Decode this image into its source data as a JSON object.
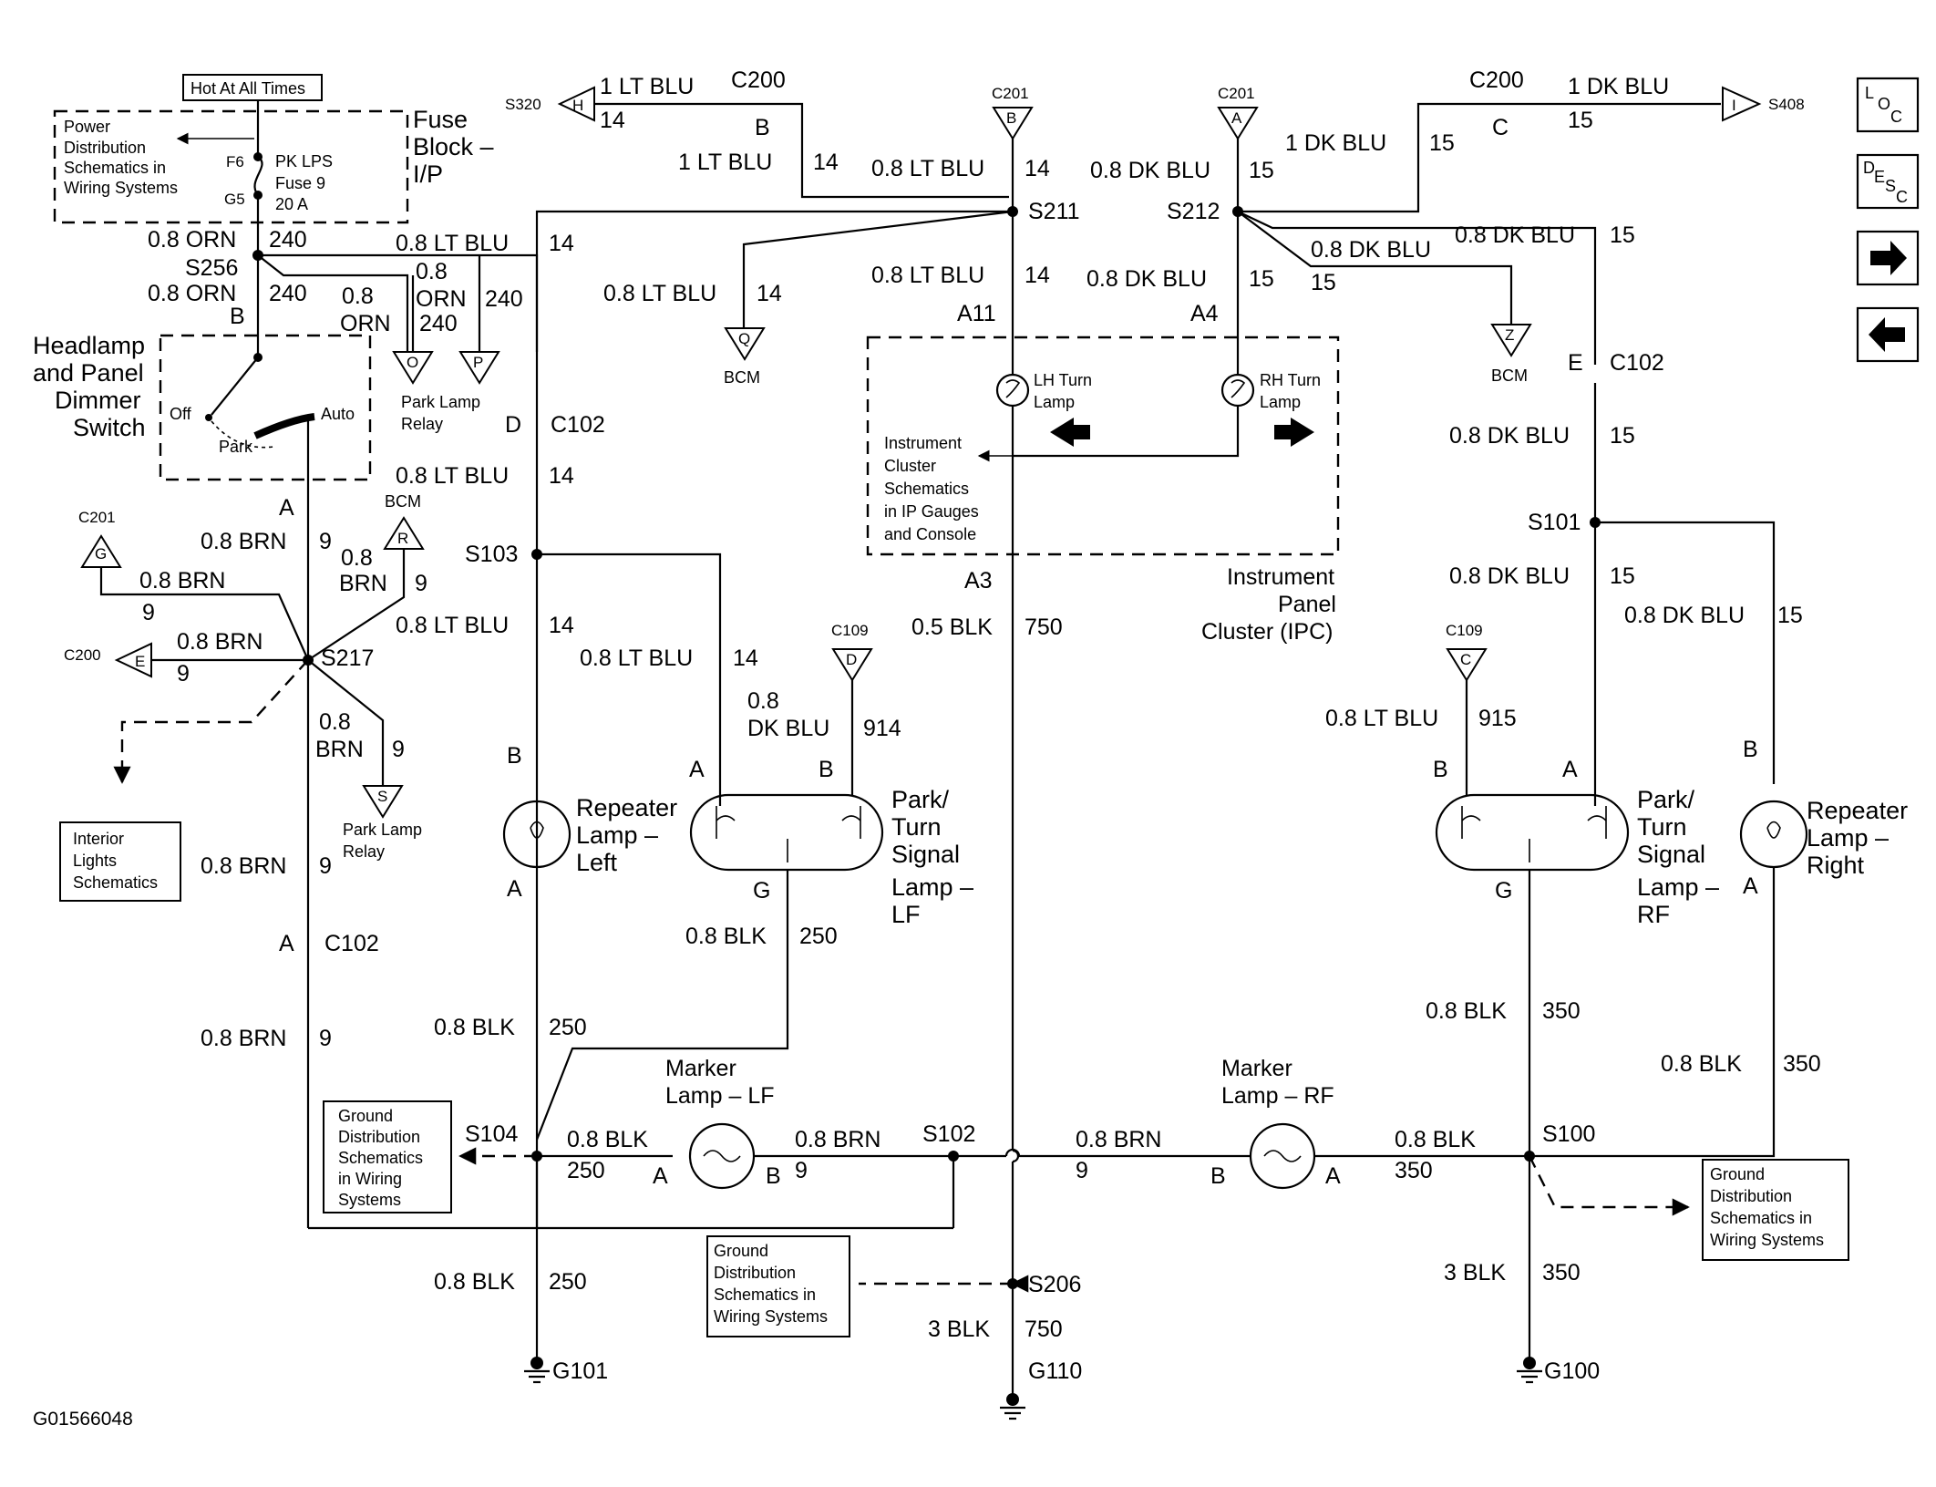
{
  "title": "",
  "figure_id": "G01566048",
  "nav": {
    "loc_l": "L",
    "loc_o": "O",
    "loc_c": "C",
    "desc_d": "D",
    "desc_e": "E",
    "desc_s": "S",
    "desc_c": "C",
    "forward": "forward-arrow",
    "back": "back-arrow"
  },
  "fuse": {
    "hot": "Hot At All Times",
    "pd1": "Power",
    "pd2": "Distribution",
    "pd3": "Schematics in",
    "pd4": "Wiring Systems",
    "f6": "F6",
    "g5": "G5",
    "name1": "PK LPS",
    "name2": "Fuse 9",
    "name3": "20 A",
    "block1": "Fuse",
    "block2": "Block –",
    "block3": "I/P"
  },
  "switch": {
    "n1": "Headlamp",
    "n2": "and Panel",
    "n3": "Dimmer",
    "n4": "Switch",
    "off": "Off",
    "park": "Park",
    "auto": "Auto",
    "b": "B",
    "a": "A"
  },
  "labels": {
    "orn1": "0.8 ORN",
    "c240a": "240",
    "s256": "S256",
    "orn2": "0.8 ORN",
    "c240b": "240",
    "orn3a": "0.8",
    "orn3b": "ORN",
    "c240c": "240",
    "orn4a": "0.8",
    "orn4b": "ORN",
    "c240d": "240",
    "ltblu_top": "0.8 LT BLU",
    "c14_top": "14",
    "relay_o": "O",
    "relay_p": "P",
    "relay_o_t1": "Park Lamp",
    "relay_o_t2": "Relay",
    "s320": "S320",
    "h": "H",
    "ltblu1": "1 LT BLU",
    "c14_s320": "14",
    "c200a": "C200",
    "c200a_b": "B",
    "ltblu1b": "1 LT BLU",
    "c14b": "14",
    "c201a": "C201",
    "c201a_b": "B",
    "ltblu_s211": "0.8 LT BLU",
    "c14_s211": "14",
    "s211": "S211",
    "ltblu_bcm": "0.8 LT BLU",
    "c14_bcm": "14",
    "q": "Q",
    "bcm_q": "BCM",
    "ltblu_a11": "0.8 LT BLU",
    "c14_a11": "14",
    "a11": "A11",
    "c201b": "C201",
    "c201b_a": "A",
    "dkblu_s212": "0.8 DK BLU",
    "c15_s212": "15",
    "s212": "S212",
    "dkblu_a4": "0.8 DK BLU",
    "c15_a4": "15",
    "a4": "A4",
    "dkblu_z1": "0.8 DK BLU",
    "c15_z1": "15",
    "z": "Z",
    "bcm_z": "BCM",
    "dkblu_e": "0.8 DK BLU",
    "c15_e": "15",
    "c200b": "C200",
    "c200b_c": "C",
    "dkblu1": "1 DK BLU",
    "c15_s408": "15",
    "i": "I",
    "s408": "S408",
    "dkblu1b": "1 DK BLU",
    "c15b": "15",
    "lh1": "LH Turn",
    "lh2": "Lamp",
    "rh1": "RH Turn",
    "rh2": "Lamp",
    "ic1": "Instrument",
    "ic2": "Cluster",
    "ic3": "Schematics",
    "ic4": "in IP Gauges",
    "ic5": "and Console",
    "a3": "A3",
    "ipc1": "Instrument",
    "ipc2": "Panel",
    "ipc3": "Cluster (IPC)",
    "blk05": "0.5 BLK",
    "c750": "750",
    "d_c102": "D",
    "c102_l": "C102",
    "ltblu_s103": "0.8 LT BLU",
    "c14_s103": "14",
    "s103": "S103",
    "ltblu_s103b": "0.8 LT BLU",
    "c14_s103b": "14",
    "ltblu_park": "0.8 LT BLU",
    "c14_park": "14",
    "c109a": "C109",
    "c109a_d": "D",
    "dkblu_914a": "0.8",
    "dkblu_914b": "DK BLU",
    "c914": "914",
    "rep_l_b": "B",
    "rep_l_a": "A",
    "rep_l1": "Repeater",
    "rep_l2": "Lamp –",
    "rep_l3": "Left",
    "pt_l_a": "A",
    "pt_l_b": "B",
    "pt_l_g": "G",
    "pt_l1": "Park/",
    "pt_l2": "Turn",
    "pt_l3": "Signal",
    "pt_l4": "Lamp –",
    "pt_l5": "LF",
    "blk250a": "0.8 BLK",
    "c250a": "250",
    "blk250b": "0.8 BLK",
    "c250b": "250",
    "c201c": "C201",
    "c201c_g": "G",
    "brn_g": "0.8 BRN",
    "c9_g": "9",
    "brn_a": "0.8 BRN",
    "c9_a": "9",
    "bcm_r": "BCM",
    "r": "R",
    "brn_r1": "0.8",
    "brn_r2": "BRN",
    "c9_r": "9",
    "c200c": "C200",
    "e_c200": "E",
    "brn_e": "0.8 BRN",
    "c9_e": "9",
    "s217": "S217",
    "brn_s1": "0.8",
    "brn_s2": "BRN",
    "c9_s": "9",
    "s": "S",
    "relay_s1": "Park Lamp",
    "relay_s2": "Relay",
    "il1": "Interior",
    "il2": "Lights",
    "il3": "Schematics",
    "brn_mid": "0.8 BRN",
    "c9_mid": "9",
    "a_c102": "A",
    "c102_b": "C102",
    "brn_low": "0.8 BRN",
    "c9_low": "9",
    "gd1_1": "Ground",
    "gd1_2": "Distribution",
    "gd1_3": "Schematics",
    "gd1_4": "in Wiring",
    "gd1_5": "Systems",
    "s104": "S104",
    "blk_s104": "0.8 BLK",
    "c250_s104": "250",
    "mk_l1": "Marker",
    "mk_l2": "Lamp – LF",
    "mk_l_a": "A",
    "mk_l_b": "B",
    "brn_s102": "0.8 BRN",
    "c9_s102": "9",
    "s102": "S102",
    "brn_rf": "0.8 BRN",
    "c9_rf": "9",
    "mk_r1": "Marker",
    "mk_r2": "Lamp – RF",
    "mk_r_b": "B",
    "mk_r_a": "A",
    "blk_s100": "0.8 BLK",
    "c350_s100": "350",
    "s100": "S100",
    "blk_g101": "0.8 BLK",
    "c250_g101": "250",
    "g101": "G101",
    "gd2_1": "Ground",
    "gd2_2": "Distribution",
    "gd2_3": "Schematics in",
    "gd2_4": "Wiring Systems",
    "s206": "S206",
    "blk3_750": "3 BLK",
    "c750b": "750",
    "g110": "G110",
    "blk3_350": "3 BLK",
    "c350b": "350",
    "g100": "G100",
    "gd3_1": "Ground",
    "gd3_2": "Distribution",
    "gd3_3": "Schematics in",
    "gd3_4": "Wiring Systems",
    "e_c102r": "E",
    "c102_r": "C102",
    "dkblu_r1": "0.8 DK BLU",
    "c15_r1": "15",
    "s101": "S101",
    "dkblu_r2": "0.8 DK BLU",
    "c15_r2": "15",
    "dkblu_r3": "0.8 DK BLU",
    "c15_r3": "15",
    "c109b": "C109",
    "c109b_c": "C",
    "ltblu_915": "0.8 LT BLU",
    "c915": "915",
    "pt_r_b": "B",
    "pt_r_a": "A",
    "pt_r_g": "G",
    "pt_r1": "Park/",
    "pt_r2": "Turn",
    "pt_r3": "Signal",
    "pt_r4": "Lamp –",
    "pt_r5": "RF",
    "rep_r_b": "B",
    "rep_r_a": "A",
    "rep_r1": "Repeater",
    "rep_r2": "Lamp –",
    "rep_r3": "Right",
    "blk350a": "0.8 BLK",
    "c350a": "350",
    "blk350c": "0.8 BLK",
    "c350c": "350"
  }
}
